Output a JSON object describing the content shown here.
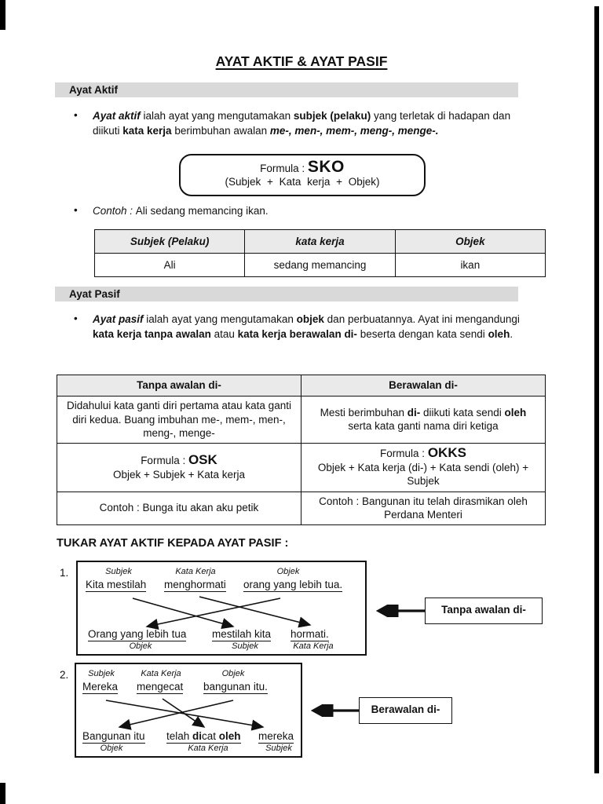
{
  "colors": {
    "section_bar_bg": "#d9d9d9",
    "table_header_bg": "#eaeaea",
    "ink": "#111111"
  },
  "document": {
    "title": "AYAT AKTIF & AYAT PASIF",
    "bullet_glyph": "•",
    "aktif": {
      "section_header": "Ayat Aktif",
      "definition": {
        "s1": "Ayat aktif",
        "s2": " ialah ayat yang mengutamakan ",
        "s3": "subjek (pelaku)",
        "s4": " yang terletak di hadapan dan diikuti ",
        "s5": "kata kerja",
        "s6": " berimbuhan awalan ",
        "s7": "me-, men-, mem-, meng-, menge-."
      },
      "formula": {
        "label": "Formula : ",
        "code": "SKO",
        "expansion": "(Subjek + Kata kerja + Objek)"
      },
      "example": {
        "label": "Contoh : ",
        "text": "Ali sedang memancing ikan."
      },
      "table": {
        "headers": [
          "Subjek (Pelaku)",
          "kata kerja",
          "Objek"
        ],
        "row": [
          "Ali",
          "sedang memancing",
          "ikan"
        ]
      }
    },
    "pasif": {
      "section_header": "Ayat Pasif",
      "definition": {
        "s1": "Ayat pasif",
        "s2": " ialah ayat yang mengutamakan ",
        "s3": "objek",
        "s4": " dan perbuatannya. Ayat ini mengandungi ",
        "s5": "kata kerja tanpa awalan",
        "s6": " atau ",
        "s7": "kata kerja berawalan di-",
        "s8": " beserta dengan kata sendi ",
        "s9": "oleh",
        "s10": "."
      },
      "table": {
        "headers": [
          "Tanpa awalan di-",
          "Berawalan di-"
        ],
        "r1_left": "Didahului kata ganti diri pertama atau kata ganti diri kedua. Buang imbuhan me-, mem-, men-, meng-, menge-",
        "r1_right": {
          "s1": "Mesti berimbuhan ",
          "s2": "di-",
          "s3": " diikuti kata sendi ",
          "s4": "oleh",
          "s5": " serta kata ganti nama diri ketiga"
        },
        "r2_left": {
          "label": "Formula : ",
          "code": "OSK",
          "line2": "Objek + Subjek + Kata kerja"
        },
        "r2_right": {
          "label": "Formula : ",
          "code": "OKKS",
          "line2": "Objek + Kata kerja (di-) + Kata sendi (oleh) + Subjek"
        },
        "r3_left": "Contoh : Bunga itu akan aku petik",
        "r3_right": "Contoh : Bangunan itu telah dirasmikan oleh Perdana Menteri"
      }
    },
    "tukar": {
      "heading": "TUKAR AYAT AKTIF KEPADA AYAT PASIF :",
      "item1": {
        "number": "1.",
        "top_labels": [
          "Subjek",
          "Kata Kerja",
          "Objek"
        ],
        "top_words": [
          "Kita mestilah",
          "menghormati",
          "orang yang lebih tua."
        ],
        "bottom_words": [
          "Orang yang lebih tua",
          "mestilah kita",
          "hormati."
        ],
        "bottom_labels": [
          "Objek",
          "Subjek",
          "Kata Kerja"
        ],
        "tag": "Tanpa awalan di-"
      },
      "item2": {
        "number": "2.",
        "top_labels": [
          "Subjek",
          "Kata Kerja",
          "Objek"
        ],
        "top_words": [
          "Mereka",
          "mengecat",
          "bangunan itu."
        ],
        "bottom_left": "Bangunan itu",
        "bottom_middle": {
          "s1": "telah ",
          "s2": "di",
          "s3": "cat ",
          "s4": "oleh"
        },
        "bottom_right": "mereka",
        "bottom_labels": [
          "Objek",
          "Kata Kerja",
          "Subjek"
        ],
        "tag": "Berawalan di-"
      }
    }
  }
}
